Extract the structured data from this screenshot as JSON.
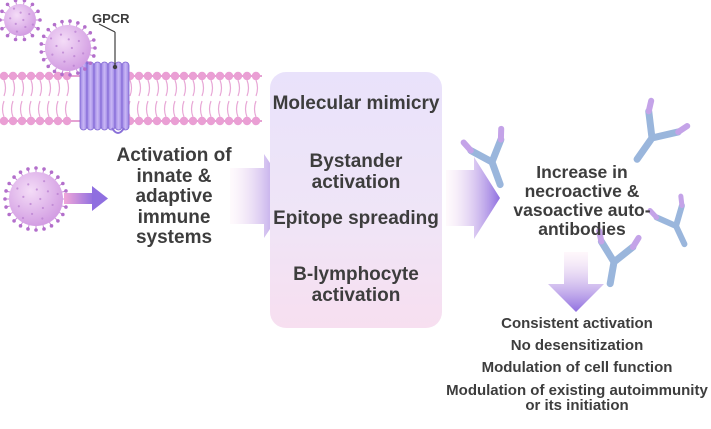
{
  "diagram": {
    "gpcr_label": "GPCR",
    "activation_text": "Activation of innate & adaptive immune systems",
    "mechanisms": [
      "Molecular mimicry",
      "Bystander activation",
      "Epitope spreading",
      "B-lymphocyte activation"
    ],
    "increase_text": "Increase in necroactive & vasoactive auto-antibodies",
    "outcomes": [
      "Consistent activation",
      "No desensitization",
      "Modulation of cell function",
      "Modulation of existing autoimmunity or its initiation"
    ]
  },
  "colors": {
    "virus": "#d9a6e6",
    "membrane": "#e89ed2",
    "receptor": "#b7a0ee",
    "arrow": "#9b7fe6",
    "antibody": "#9ab6dc",
    "text": "#3d3d3d"
  },
  "icons": [
    "virus-icon",
    "gpcr-receptor-icon",
    "antibody-icon",
    "arrow-icon"
  ]
}
